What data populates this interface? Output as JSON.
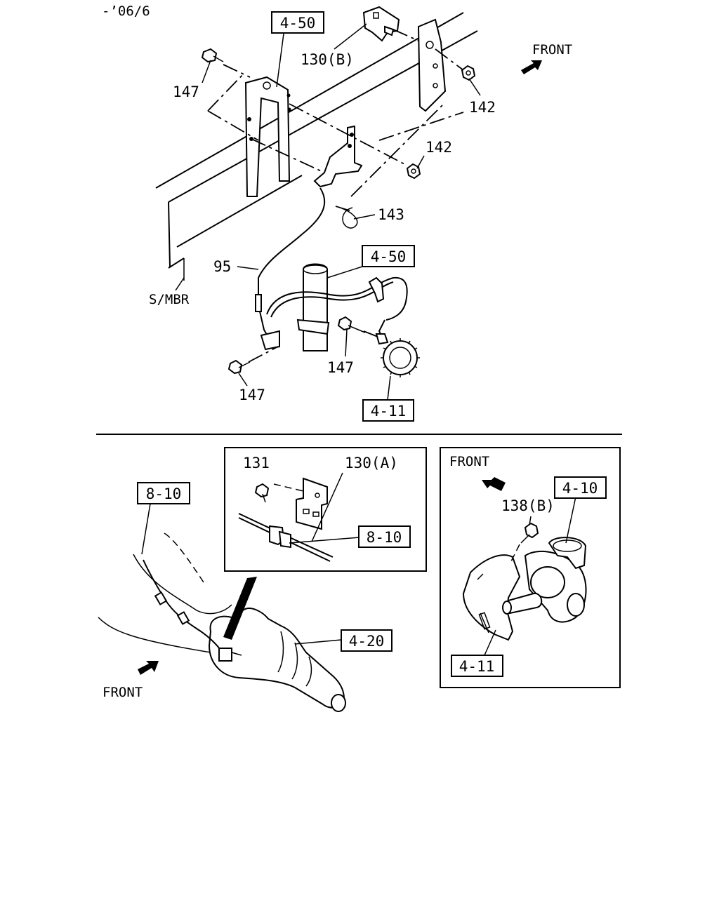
{
  "header": {
    "date_code": "-’06/6"
  },
  "refs": {
    "r450_top": "4-50",
    "r450_mid": "4-50",
    "r411_top": "4-11",
    "r810_left": "8-10",
    "r810_inset": "8-10",
    "r420": "4-20",
    "r410": "4-10",
    "r411_right": "4-11"
  },
  "parts": {
    "p130b": "130(B)",
    "p147_a": "147",
    "p142_a": "142",
    "p142_b": "142",
    "p143": "143",
    "p95": "95",
    "smbr": "S/MBR",
    "p147_b": "147",
    "p147_c": "147",
    "p131": "131",
    "p130a": "130(A)",
    "p138b": "138(B)"
  },
  "front_labels": {
    "top_right": "FRONT",
    "bottom_left": "FRONT",
    "inset_right": "FRONT"
  }
}
